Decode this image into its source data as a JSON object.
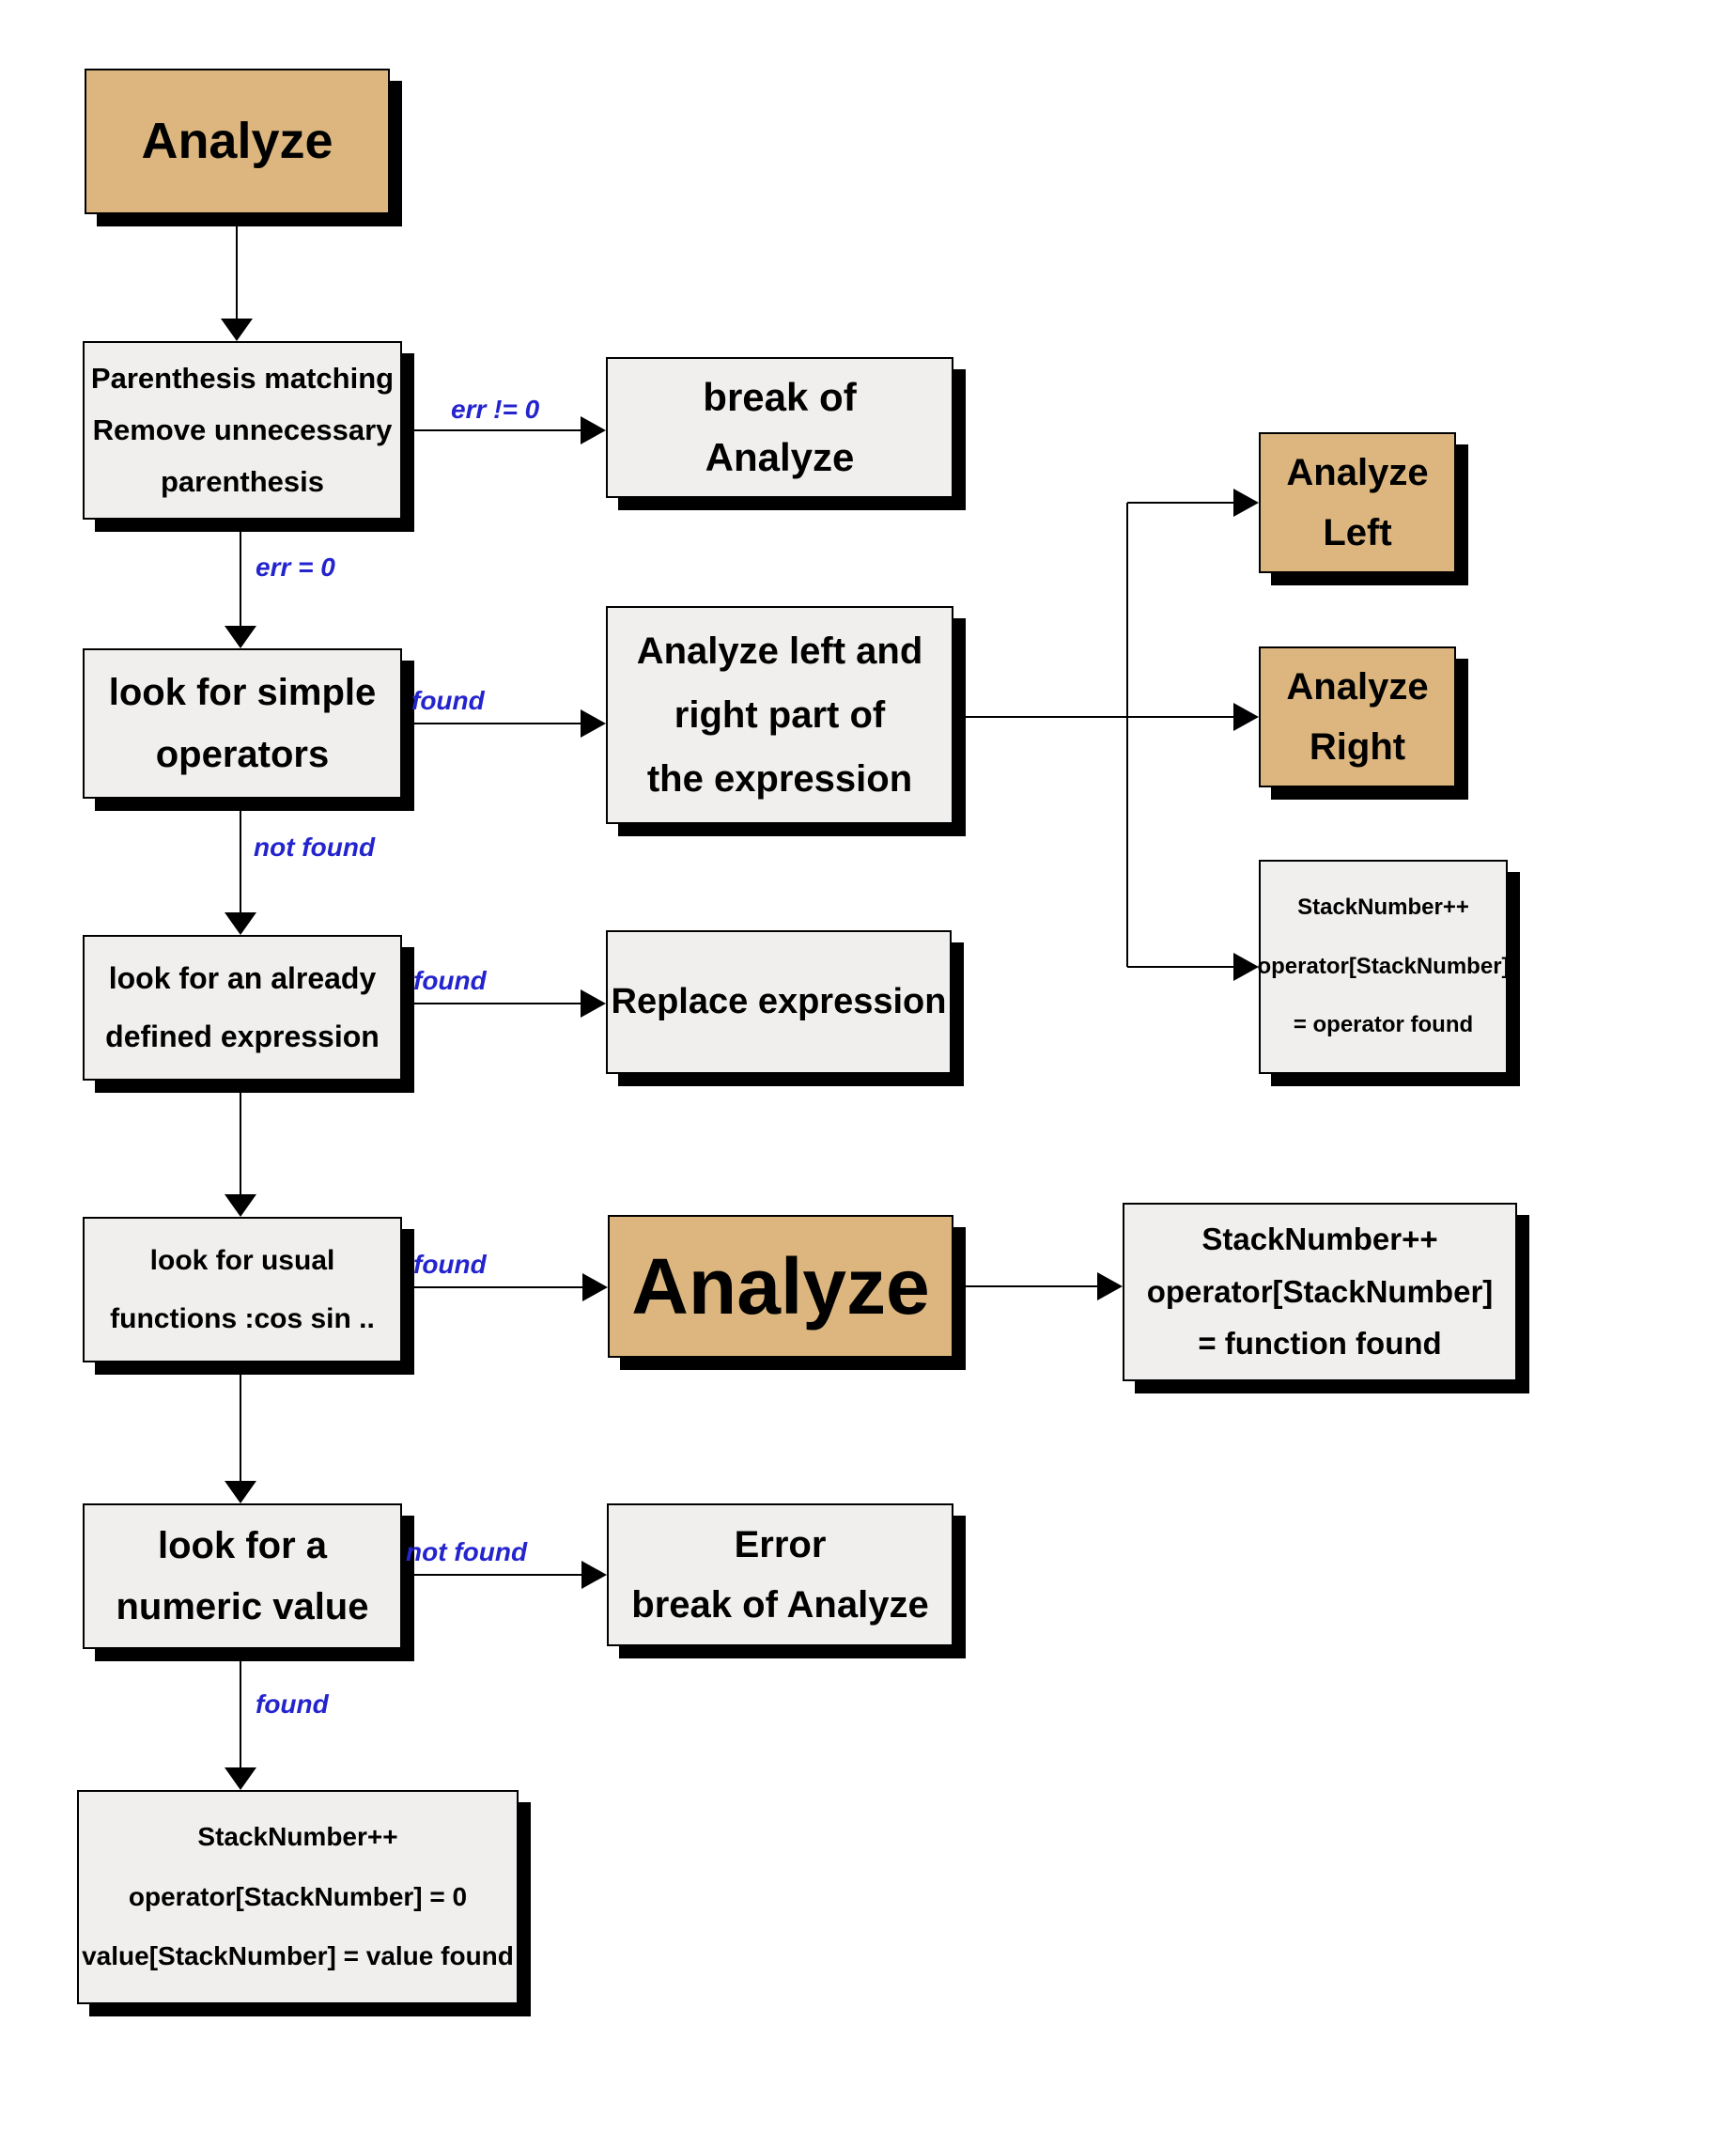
{
  "diagram_title": "Analyze flowchart",
  "colors": {
    "background": "#ffffff",
    "node_fill_gray": "#f0efee",
    "node_fill_tan": "#dcb67e",
    "node_border": "#000000",
    "node_shadow": "#000000",
    "connector": "#000000",
    "edge_label_blue": "#2424ce"
  },
  "nodes": {
    "start": {
      "lines": [
        "Analyze"
      ]
    },
    "parenthesis": {
      "lines": [
        "Parenthesis matching",
        "Remove unnecessary",
        "parenthesis"
      ]
    },
    "break_analyze": {
      "lines": [
        "break of",
        "Analyze"
      ]
    },
    "simple_operators": {
      "lines": [
        "look for simple",
        "operators"
      ]
    },
    "analyze_parts": {
      "lines": [
        "Analyze left and",
        "right part of",
        "the expression"
      ]
    },
    "analyze_left": {
      "lines": [
        "Analyze",
        "Left"
      ]
    },
    "analyze_right": {
      "lines": [
        "Analyze",
        "Right"
      ]
    },
    "stack_operator": {
      "lines": [
        "StackNumber++",
        "operator[StackNumber]",
        "= operator found"
      ]
    },
    "defined_expression": {
      "lines": [
        "look for an already",
        "defined expression"
      ]
    },
    "replace_expression": {
      "lines": [
        "Replace expression"
      ]
    },
    "usual_functions": {
      "lines": [
        "look for usual",
        "functions :cos sin .."
      ]
    },
    "analyze_recursive": {
      "lines": [
        "Analyze"
      ]
    },
    "stack_function": {
      "lines": [
        "StackNumber++",
        "operator[StackNumber]",
        "= function found"
      ]
    },
    "numeric_value": {
      "lines": [
        "look for a",
        "numeric value"
      ]
    },
    "error_break": {
      "lines": [
        "Error",
        "break of Analyze"
      ]
    },
    "stack_value": {
      "lines": [
        "StackNumber++",
        "operator[StackNumber] = 0",
        "value[StackNumber] = value found"
      ]
    }
  },
  "edges": {
    "err_ne_zero": {
      "label": "err != 0"
    },
    "err_eq_zero": {
      "label": "err = 0"
    },
    "simple_found": {
      "label": "found"
    },
    "simple_not_found": {
      "label": "not found"
    },
    "defined_found": {
      "label": "found"
    },
    "functions_found": {
      "label": "found"
    },
    "numeric_not_found": {
      "label": "not found"
    },
    "numeric_found": {
      "label": "found"
    }
  }
}
